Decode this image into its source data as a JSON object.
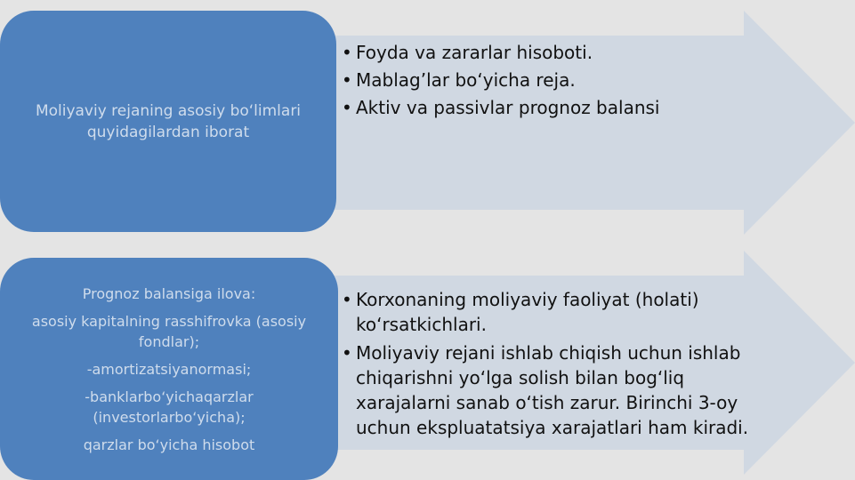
{
  "diagram": {
    "section1": {
      "label": "Moliyaviy rejaning asosiy bo‘limlari quyidagilardan iborat",
      "items": [
        "Foyda va zararlar hisoboti.",
        "Mablag’lar bo‘yicha reja.",
        "Aktiv va passivlar prognoz balansi"
      ]
    },
    "section2": {
      "label_lines": [
        "Prognoz balansiga ilova:",
        "asosiy kapitalning rasshifrovka (asosiy fondlar);",
        "-amortizatsiyanormasi;",
        "-banklarbo‘yichaqarzlar (investorlarbo‘yicha);",
        "qarzlar bo‘yicha hisobot"
      ],
      "items": [
        "Korxonaning moliyaviy faoliyat (holati) ko‘rsatkichlari.",
        "Moliyaviy rejani ishlab chiqish uchun ishlab chiqarishni yo‘lga solish bilan bog‘liq xarajalarni sanab o‘tish zarur. Birinchi 3-oy uchun ekspluatatsiya xarajatlari ham kiradi."
      ]
    },
    "bullet_char": "•"
  },
  "colors": {
    "background": "#e4e4e4",
    "box_fill": "#4f81bd",
    "arrow_fill": "#d0d8e2",
    "box_text": "#cfdcec",
    "item_text": "#111111"
  }
}
